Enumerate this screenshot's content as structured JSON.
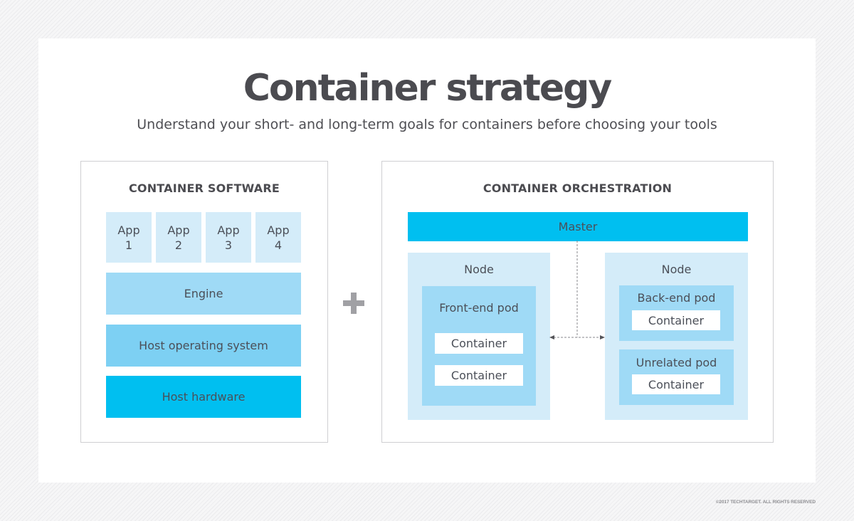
{
  "title": "Container strategy",
  "subtitle": "Understand your short- and long-term goals for containers before choosing your tools",
  "colors": {
    "pale_blue": "#d4ecf9",
    "light_blue": "#9fdaf6",
    "mid_blue": "#7dd0f3",
    "bright_blue": "#00bff0",
    "text": "#4b4b50"
  },
  "container_software": {
    "heading": "CONTAINER SOFTWARE",
    "apps": [
      {
        "name": "App",
        "number": "1"
      },
      {
        "name": "App",
        "number": "2"
      },
      {
        "name": "App",
        "number": "3"
      },
      {
        "name": "App",
        "number": "4"
      }
    ],
    "layers": [
      {
        "label": "Engine"
      },
      {
        "label": "Host operating system"
      },
      {
        "label": "Host hardware"
      }
    ]
  },
  "connector_icon": "plus-icon",
  "container_orchestration": {
    "heading": "CONTAINER ORCHESTRATION",
    "master": "Master",
    "nodes": [
      {
        "label": "Node",
        "pods": [
          {
            "label": "Front-end pod",
            "containers": [
              "Container",
              "Container"
            ]
          }
        ]
      },
      {
        "label": "Node",
        "pods": [
          {
            "label": "Back-end pod",
            "containers": [
              "Container"
            ]
          },
          {
            "label": "Unrelated pod",
            "containers": [
              "Container"
            ]
          }
        ]
      }
    ],
    "link_icon": "dashed-bidirectional-arrow"
  },
  "footer": "©2017 TECHTARGET. ALL RIGHTS RESERVED"
}
